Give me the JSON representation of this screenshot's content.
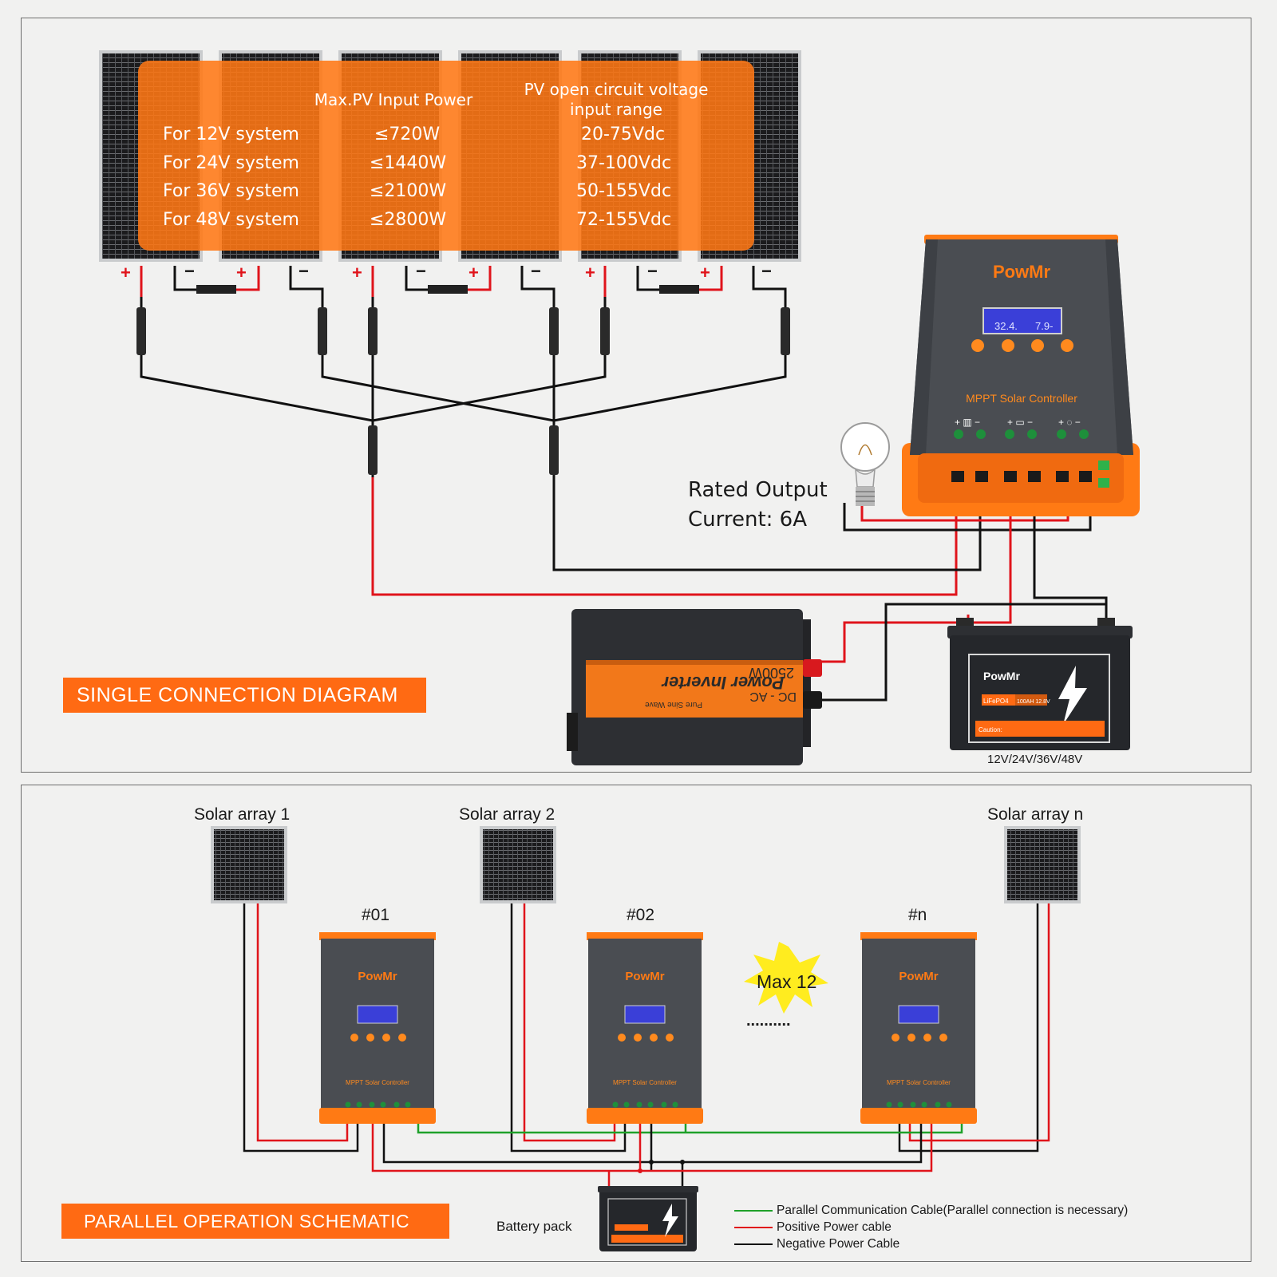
{
  "spec_table": {
    "header_power": "Max.PV Input Power",
    "header_voltage": "PV open circuit voltage\ninput range",
    "rows": [
      {
        "system": "For 12V system",
        "power": "≤720W",
        "voltage": "20-75Vdc"
      },
      {
        "system": "For 24V system",
        "power": "≤1440W",
        "voltage": "37-100Vdc"
      },
      {
        "system": "For 36V system",
        "power": "≤2100W",
        "voltage": "50-155Vdc"
      },
      {
        "system": "For 48V system",
        "power": "≤2800W",
        "voltage": "72-155Vdc"
      }
    ]
  },
  "single": {
    "title": "SINGLE CONNECTION DIAGRAM",
    "rated_output": "Rated Output\nCurrent: 6A",
    "battery_voltage": "12V/24V/36V/48V",
    "pv_plus": "+",
    "pv_minus": "−"
  },
  "controller": {
    "brand": "PowMr",
    "name": "MPPT Solar Controller",
    "lcd_left": "32.4.",
    "lcd_right": "7.9-"
  },
  "inverter": {
    "name": "Power Inverter",
    "watt": "2500W",
    "dcac": "DC - AC",
    "wave": "Pure Sine Wave"
  },
  "battery": {
    "brand": "PowMr",
    "chem": "LiFePO4",
    "spec": "100AH 12.8V",
    "caution": "Caution:"
  },
  "parallel": {
    "title": "PARALLEL OPERATION SCHEMATIC",
    "arrays": [
      "Solar array 1",
      "Solar array 2",
      "Solar array n"
    ],
    "units": [
      "#01",
      "#02",
      "#n"
    ],
    "max_label": "Max 12",
    "ellipsis": "..........",
    "battery_label": "Battery pack"
  },
  "legend": [
    {
      "text": "Parallel Communication Cable(Parallel connection is necessary)",
      "color": "#1fa12a"
    },
    {
      "text": "Positive Power cable",
      "color": "#e0141b"
    },
    {
      "text": "Negative Power Cable",
      "color": "#111111"
    }
  ],
  "colors": {
    "orange": "#ff6a13",
    "controller_body": "#4a4d52",
    "red": "#e0141b",
    "green": "#1fa12a"
  }
}
